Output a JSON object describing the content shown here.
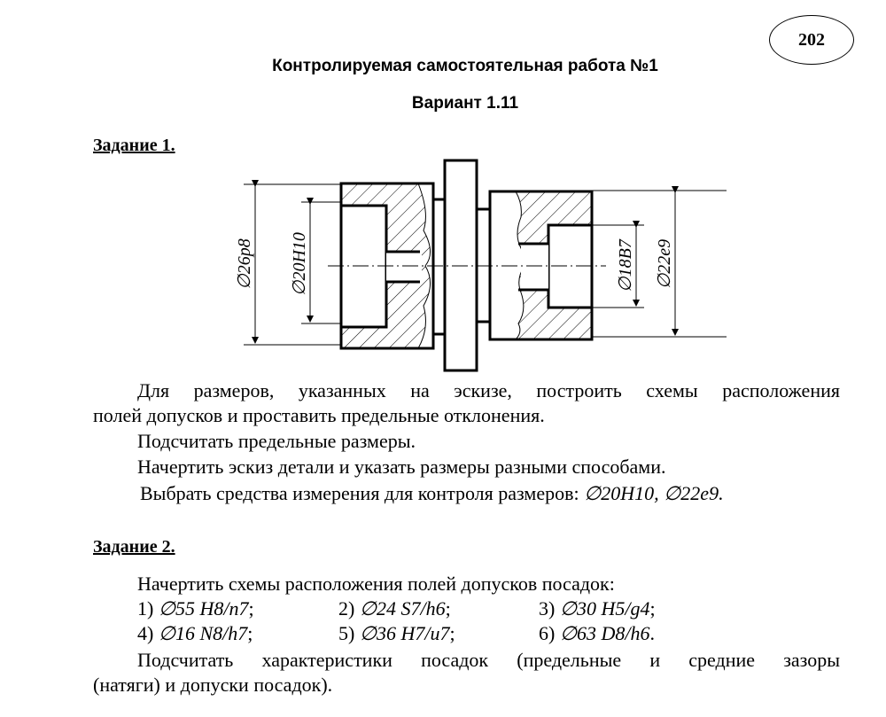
{
  "page_number": "202",
  "title": "Контролируемая самостоятельная работа №1",
  "variant": "Вариант 1.11",
  "task1": {
    "heading": "Задание 1.",
    "drawing_labels": {
      "d26": "∅26p8",
      "d20": "∅20H10",
      "d18": "∅18B7",
      "d22": "∅22e9"
    },
    "para1_line1": "Для размеров, указанных на эскизе, построить схемы расположения",
    "para1_line2": "полей допусков и проставить предельные отклонения.",
    "para2": "Подсчитать предельные размеры.",
    "para3": "Начертить эскиз детали и указать размеры разными способами.",
    "para4_text": "Выбрать средства измерения для контроля размеров: ",
    "para4_sizes": "∅20H10, ∅22e9."
  },
  "task2": {
    "heading": "Задание 2.",
    "intro": "Начертить схемы расположения полей допусков посадок:",
    "fits": [
      {
        "num": "1) ",
        "fit": "∅55 H8/n7",
        "end": ";"
      },
      {
        "num": "2) ",
        "fit": "∅24 S7/h6",
        "end": ";"
      },
      {
        "num": "3) ",
        "fit": "∅30 H5/g4",
        "end": ";"
      },
      {
        "num": "4) ",
        "fit": "∅16 N8/h7",
        "end": ";"
      },
      {
        "num": "5) ",
        "fit": "∅36 H7/u7",
        "end": ";"
      },
      {
        "num": "6) ",
        "fit": "∅63 D8/h6",
        "end": "."
      }
    ],
    "outro_line1": "Подсчитать характеристики посадок (предельные и средние зазоры",
    "outro_line2": "(натяги) и допуски посадок)."
  }
}
